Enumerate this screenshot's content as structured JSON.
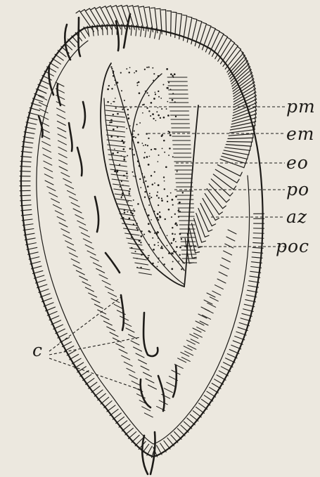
{
  "figure": {
    "labels": {
      "pm": "pm",
      "em": "em",
      "eo": "eo",
      "po": "po",
      "az": "az",
      "poc": "poc",
      "c": "c"
    }
  },
  "colors": {
    "paper": "#ece8df",
    "ink": "#1d1b18"
  }
}
